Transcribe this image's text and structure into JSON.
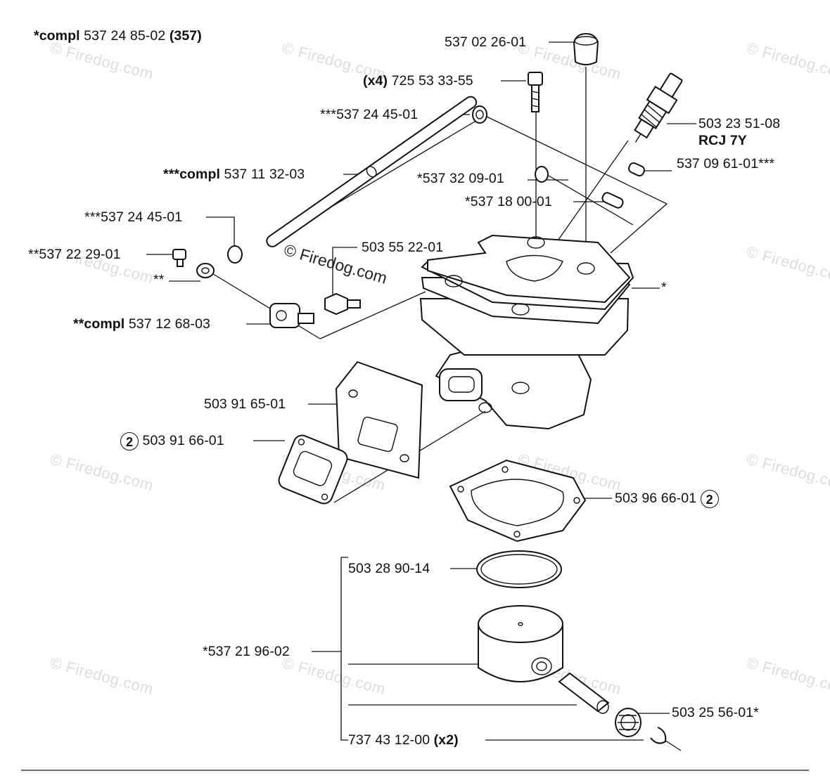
{
  "watermark": {
    "text": "© Firedog.com",
    "center_text": "© Firedog.com"
  },
  "header": {
    "prefix": "*compl",
    "number": "537 24 85-02",
    "suffix": "(357)"
  },
  "labels": {
    "cap": "537 02 26-01",
    "bolt_qty": "(x4)",
    "bolt": "725 53 33-55",
    "spark_plug": "503 23 51-08",
    "spark_plug_type": "RCJ 7Y",
    "clip_top": "***537 24 45-01",
    "tube_prefix": "***compl",
    "tube": "537 11 32-03",
    "clip_mid": "*537 32 09-01",
    "sleeve_right": "537 09 61-01***",
    "sleeve_mid": "*537 18 00-01",
    "clip_left": "***537 24 45-01",
    "plug_screw": "**537 22 29-01",
    "washer": "**",
    "valve_prefix": "**compl",
    "valve": "537 12 68-03",
    "nipple": "503 55 22-01",
    "cylinder": "*",
    "heat_shield": "503 91 65-01",
    "gasket_badge": "2",
    "gasket": "503 91 66-01",
    "base_gasket": "503 96 66-01",
    "base_gasket_badge": "2",
    "ring": "503 28 90-14",
    "piston": "*537 21 96-02",
    "bearing": "503 25 56-01*",
    "circlip": "737 43 12-00",
    "circlip_qty": "(x2)"
  }
}
